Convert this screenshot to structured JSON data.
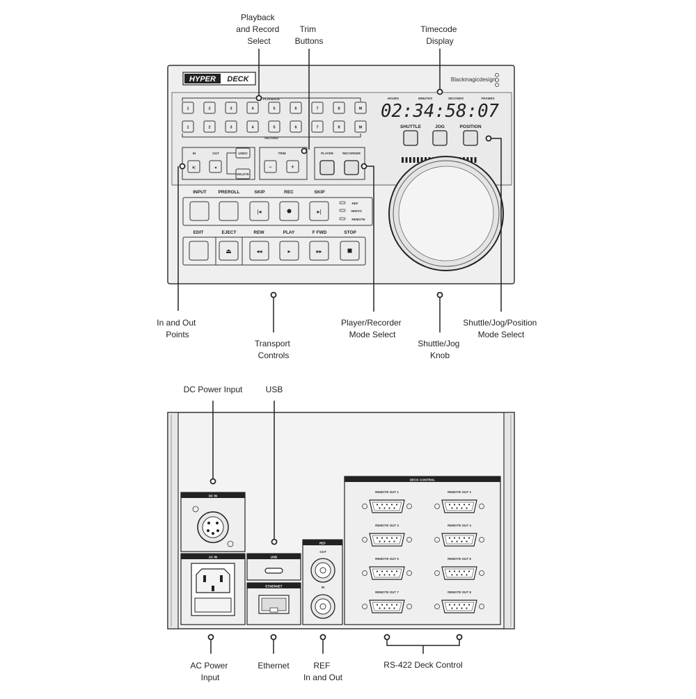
{
  "callouts_top": {
    "playback_record": [
      "Playback",
      "and Record",
      "Select"
    ],
    "trim": [
      "Trim",
      "Buttons"
    ],
    "timecode": [
      "Timecode",
      "Display"
    ],
    "in_out": [
      "In and Out",
      "Points"
    ],
    "transport": [
      "Transport",
      "Controls"
    ],
    "player_recorder": [
      "Player/Recorder",
      "Mode Select"
    ],
    "knob": [
      "Shuttle/Jog",
      "Knob"
    ],
    "mode_select": [
      "Shuttle/Jog/Position",
      "Mode Select"
    ]
  },
  "callouts_bottom": {
    "dc": "DC Power Input",
    "usb": "USB",
    "ac": [
      "AC Power",
      "Input"
    ],
    "ethernet": "Ethernet",
    "ref": [
      "REF",
      "In and Out"
    ],
    "rs422": "RS-422 Deck Control"
  },
  "front_panel": {
    "logo_left": "HYPER",
    "logo_right": "DECK",
    "brand": "Blackmagicdesign",
    "playback_label": "PLAYBACK",
    "record_label": "RECORD",
    "playback_buttons": [
      "1",
      "2",
      "3",
      "4",
      "5",
      "6",
      "7",
      "8",
      "M"
    ],
    "record_buttons": [
      "1",
      "2",
      "3",
      "4",
      "5",
      "6",
      "7",
      "8",
      "M"
    ],
    "timecode_labels": [
      "HOURS",
      "MINUTES",
      "SECONDS",
      "FRAMES"
    ],
    "timecode_value": "02:34:58:07",
    "mode_buttons": [
      "SHUTTLE",
      "JOG",
      "POSITION"
    ],
    "in_label": "IN",
    "out_label": "OUT",
    "undo_label": "UNDO",
    "delete_label": "DELETE",
    "trim_label": "TRIM",
    "trim_minus": "−",
    "trim_plus": "+",
    "player_label": "PLAYER",
    "recorder_label": "RECORDER",
    "transport_row1": [
      "INPUT",
      "PREROLL",
      "SKIP",
      "REC",
      "SKIP"
    ],
    "transport_row2": [
      "EDIT",
      "EJECT",
      "REW",
      "PLAY",
      "F FWD",
      "STOP"
    ],
    "status_leds": [
      "REF",
      "SERVO",
      "REMOTE"
    ]
  },
  "rear_panel": {
    "dc_in": "DC IN",
    "ac_in": "AC IN",
    "usb": "USB",
    "ethernet": "ETHERNET",
    "ref": "REF",
    "ref_out": "OUT",
    "ref_in": "IN",
    "deck_control": "DECK CONTROL",
    "remote_outs": [
      "REMOTE OUT 1",
      "REMOTE OUT 2",
      "REMOTE OUT 3",
      "REMOTE OUT 4",
      "REMOTE OUT 5",
      "REMOTE OUT 6",
      "REMOTE OUT 7",
      "REMOTE OUT 8"
    ]
  }
}
